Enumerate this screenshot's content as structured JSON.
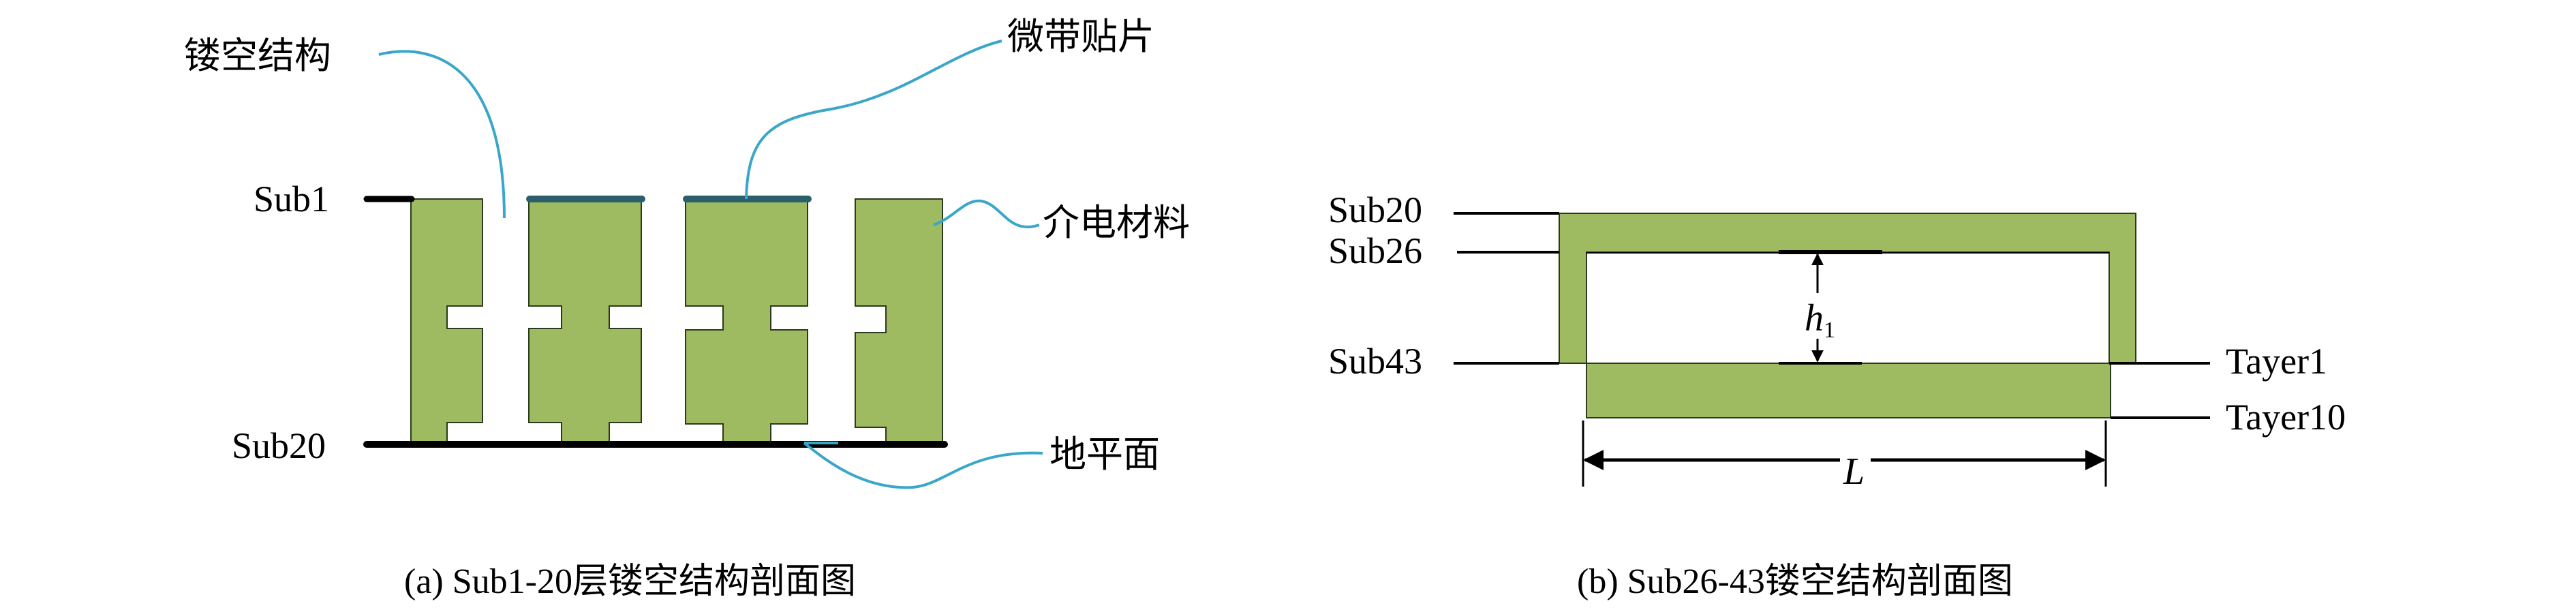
{
  "panel_a": {
    "labels": {
      "hollow_structure": "镂空结构",
      "microstrip_patch": "微带贴片",
      "dielectric": "介电材料",
      "ground_plane": "地平面",
      "sub1": "Sub1",
      "sub20": "Sub20"
    },
    "caption": "(a) Sub1-20层镂空结构剖面图"
  },
  "panel_b": {
    "labels": {
      "sub20": "Sub20",
      "sub26": "Sub26",
      "sub43": "Sub43",
      "tayer1": "Tayer1",
      "tayer10": "Tayer10",
      "h": "h",
      "h_sub": "1",
      "L": "L"
    },
    "caption": "(b) Sub26-43镂空结构剖面图"
  },
  "colors": {
    "dielectric": "#9fbb62",
    "patch": "#2a5f6b",
    "callout": "#3aa7c9"
  }
}
